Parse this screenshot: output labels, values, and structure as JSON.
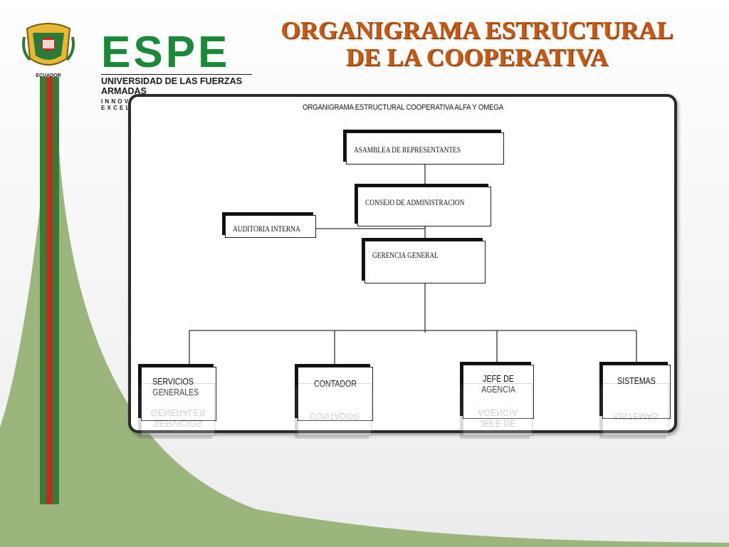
{
  "slide": {
    "title_line1": "ORGANIGRAMA ESTRUCTURAL",
    "title_line2": "DE LA COOPERATIVA",
    "accent_color": "#c65a11",
    "green_color": "#9bb57c"
  },
  "logo": {
    "wordmark": "ESPE",
    "line1": "UNIVERSIDAD DE LAS FUERZAS ARMADAS",
    "line2": "INNOVACIÓN PARA LA EXCELENCIA",
    "crest_text": "ECUADOR"
  },
  "diagram": {
    "title": "ORGANIGRAMA ESTRUCTURAL COOPERATIVA ALFA Y OMEGA",
    "nodes": {
      "asamblea": "ASAMBLEA DE REPRESENTANTES",
      "consejo": "CONSEJO DE ADMINISTRACION",
      "auditoria": "AUDITORIA INTERNA",
      "gerencia": "GERENCIA GENERAL",
      "servicios": "SERVICIOS\nGENERALES",
      "contador": "CONTADOR",
      "jefe": "JEFE DE\nAGENCIA",
      "sistemas": "SISTEMAS"
    }
  }
}
